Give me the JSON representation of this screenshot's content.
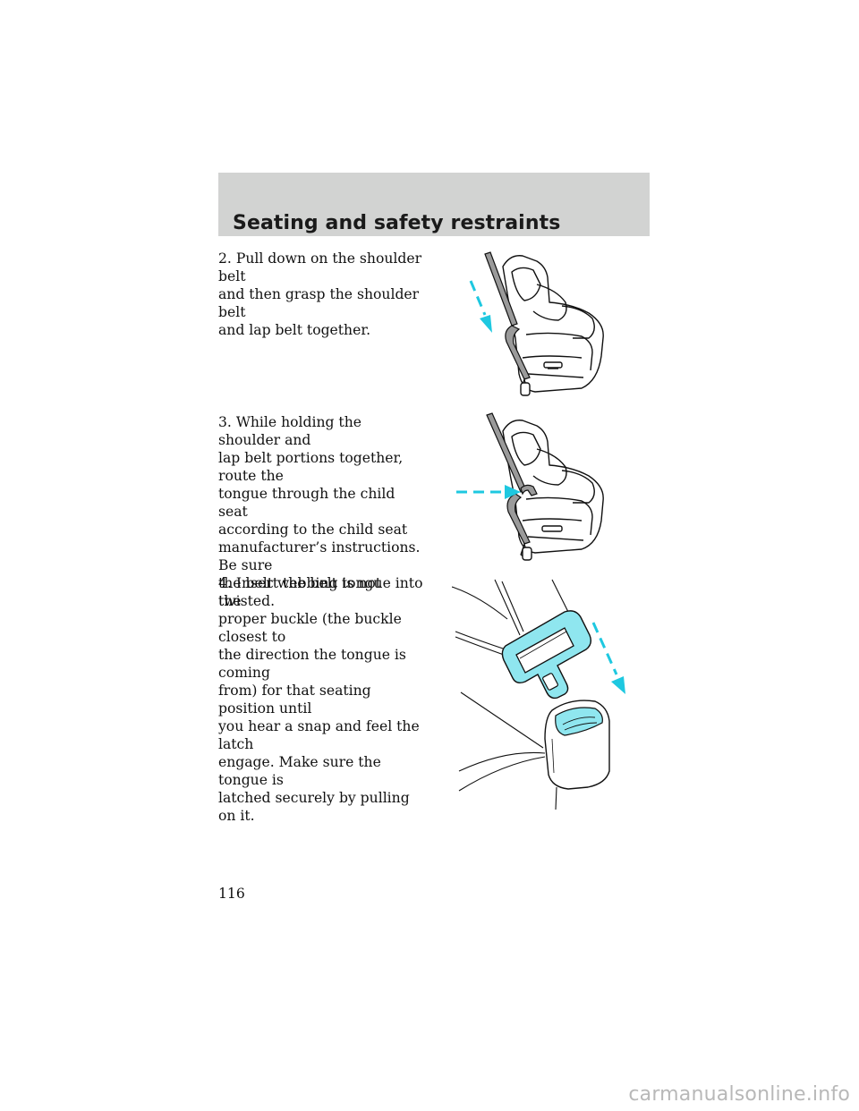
{
  "header": {
    "title": "Seating and safety restraints"
  },
  "steps": [
    {
      "text": "2. Pull down on the shoulder belt\nand then grasp the shoulder belt\nand lap belt together."
    },
    {
      "text": "3. While holding the shoulder and\nlap belt portions together, route the\ntongue through the child seat\naccording to the child seat\nmanufacturer’s instructions. Be sure\nthe belt webbing is not twisted."
    },
    {
      "text": "4. Insert the belt tongue into the\nproper buckle (the buckle closest to\nthe direction the tongue is coming\nfrom) for that seating position until\nyou hear a snap and feel the latch\nengage. Make sure the tongue is\nlatched securely by pulling on it."
    }
  ],
  "page_number": "116",
  "watermark": "carmanualsonline.info",
  "colors": {
    "header_bg": "#d2d3d2",
    "arrow": "#1ec8e0",
    "buckle_fill": "#8fe6ef",
    "belt": "#9a9a9a"
  }
}
